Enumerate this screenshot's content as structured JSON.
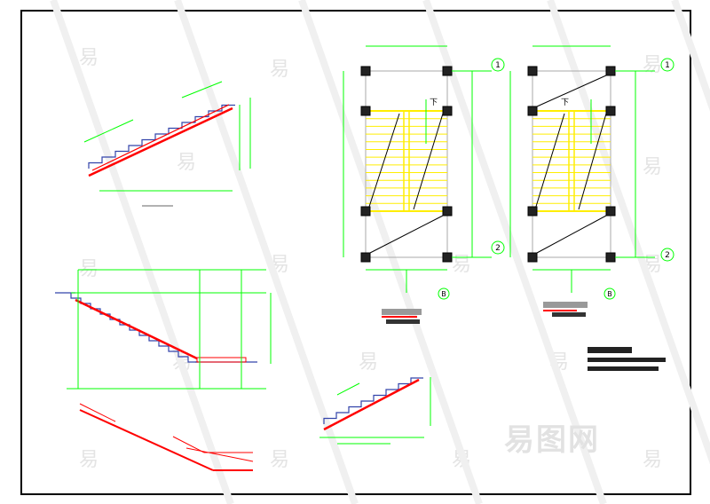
{
  "drawing": {
    "watermark": "易",
    "watermark_brand": "易图网",
    "axis_labels": {
      "top": "1",
      "bottom": "2",
      "plan_a_below": "B",
      "plan_b_below": "B"
    },
    "stair_label": "下",
    "colors": {
      "frame": "#000000",
      "dimension": "#00ff00",
      "stair_outline": "#3344aa",
      "rebar": "#ff0000",
      "tread": "#ffee00",
      "concrete": "#999999"
    }
  }
}
